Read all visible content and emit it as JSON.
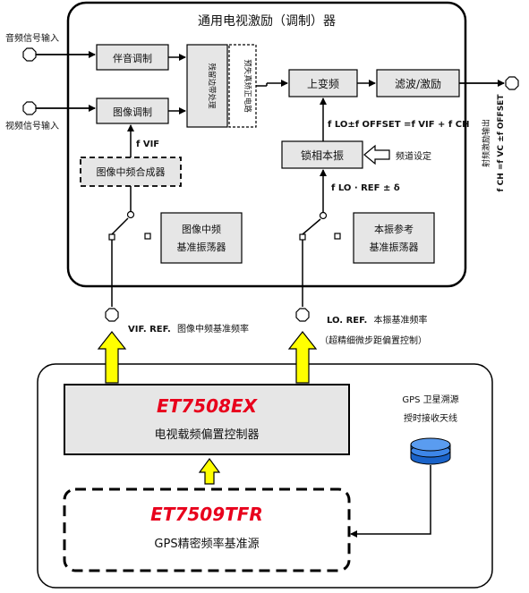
{
  "exciter": {
    "title": "通用电视激励（调制）器",
    "audio_mod": "伴音调制",
    "video_mod": "图像调制",
    "residual_sideband": "残留边带处理",
    "predistortion": "预失真矫正电路",
    "upconvert": "上变频",
    "filter_excite": "滤波/激励",
    "vif_synth": "图像中频合成器",
    "pll_osc": "锁相本振",
    "vif_ref_osc_line1": "图像中频",
    "vif_ref_osc_line2": "基准振荡器",
    "lo_ref_osc_line1": "本振参考",
    "lo_ref_osc_line2": "基准振荡器",
    "channel_setting": "频道设定"
  },
  "inputs": {
    "audio": "音频信号输入",
    "video": "视频信号输入"
  },
  "output": {
    "label_line1": "射频激励输出",
    "label_line2": "f CH =f VC ±f OFFSET"
  },
  "formulas": {
    "fvif": "f VIF",
    "flo_offset": "f LO±f OFFSET =f VIF + f CH",
    "flo_ref": "f LO · REF ± δ"
  },
  "references": {
    "vif_ref_bold": "VIF. REF.",
    "vif_ref_text": "图像中频基准频率",
    "lo_ref_bold": "LO. REF.",
    "lo_ref_text": "本振基准频率",
    "lo_ref_note": "（超精细微步距偏置控制）"
  },
  "controller": {
    "model": "ET7508EX",
    "name": "电视载频偏置控制器"
  },
  "source": {
    "model": "ET7509TFR",
    "name": "GPS精密频率基准源"
  },
  "gps": {
    "line1": "GPS 卫星溯源",
    "line2": "授时接收天线"
  },
  "colors": {
    "arrow_fill": "#ffff00",
    "box_fill": "#e6e6e6",
    "model_red": "#e8001c",
    "antenna_blue": "#1a63c9"
  }
}
